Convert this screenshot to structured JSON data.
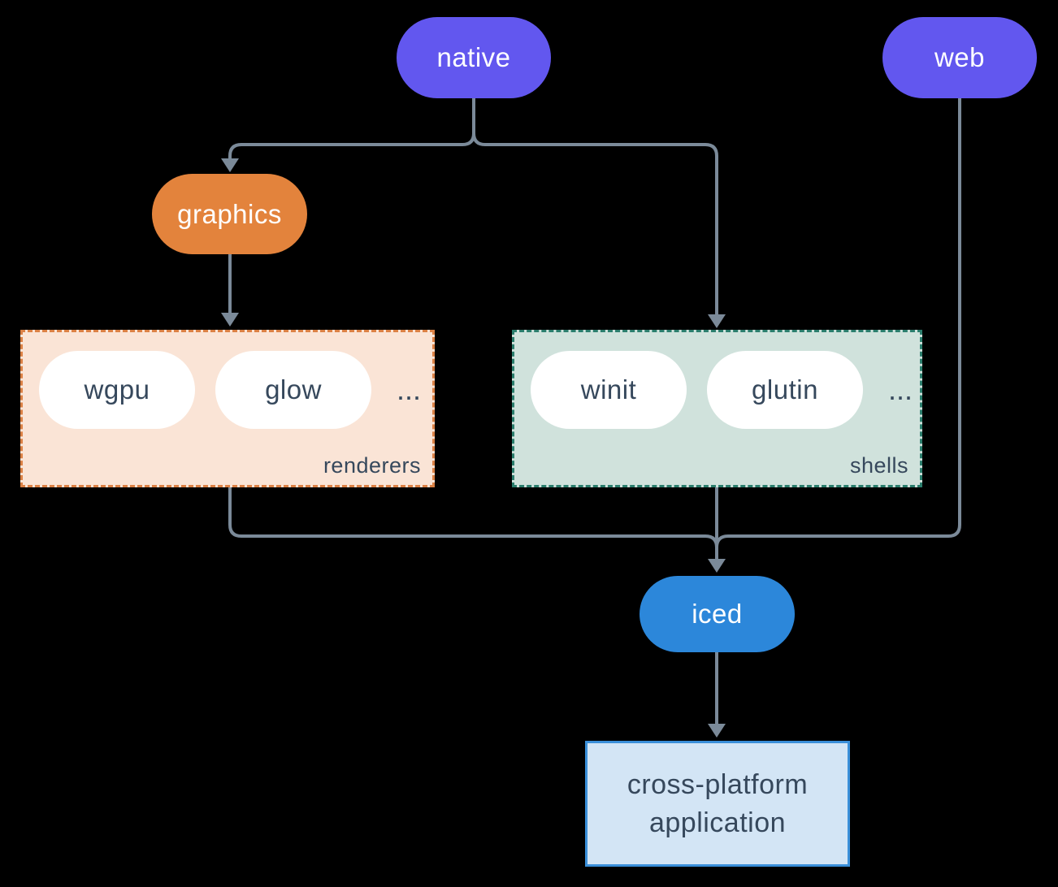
{
  "diagram": {
    "background": "#000000",
    "line_color": "#7b8a99",
    "nodes": {
      "native": {
        "label": "native",
        "color": "#6257ef",
        "text_color": "#ffffff"
      },
      "web": {
        "label": "web",
        "color": "#6257ef",
        "text_color": "#ffffff"
      },
      "graphics": {
        "label": "graphics",
        "color": "#e3833c",
        "text_color": "#ffffff"
      },
      "iced": {
        "label": "iced",
        "color": "#2c87da",
        "text_color": "#ffffff"
      },
      "application": {
        "label": "cross-platform application",
        "fill": "#d3e5f5",
        "border": "#3a8fd9",
        "text_color": "#36485c"
      }
    },
    "groups": {
      "renderers": {
        "label": "renderers",
        "fill": "#fae4d6",
        "border": "#db8145",
        "items": [
          {
            "label": "wgpu"
          },
          {
            "label": "glow"
          }
        ],
        "ellipsis": "...",
        "chip_fill": "#ffffff",
        "chip_text_color": "#36485c"
      },
      "shells": {
        "label": "shells",
        "fill": "#d0e2dc",
        "border": "#2b7e6d",
        "items": [
          {
            "label": "winit"
          },
          {
            "label": "glutin"
          }
        ],
        "ellipsis": "...",
        "chip_fill": "#ffffff",
        "chip_text_color": "#36485c"
      }
    },
    "edges": [
      {
        "from": "native",
        "to": "graphics"
      },
      {
        "from": "native",
        "to": "shells"
      },
      {
        "from": "graphics",
        "to": "renderers"
      },
      {
        "from": "renderers",
        "to": "iced"
      },
      {
        "from": "shells",
        "to": "iced"
      },
      {
        "from": "web",
        "to": "iced"
      },
      {
        "from": "iced",
        "to": "application"
      }
    ]
  }
}
